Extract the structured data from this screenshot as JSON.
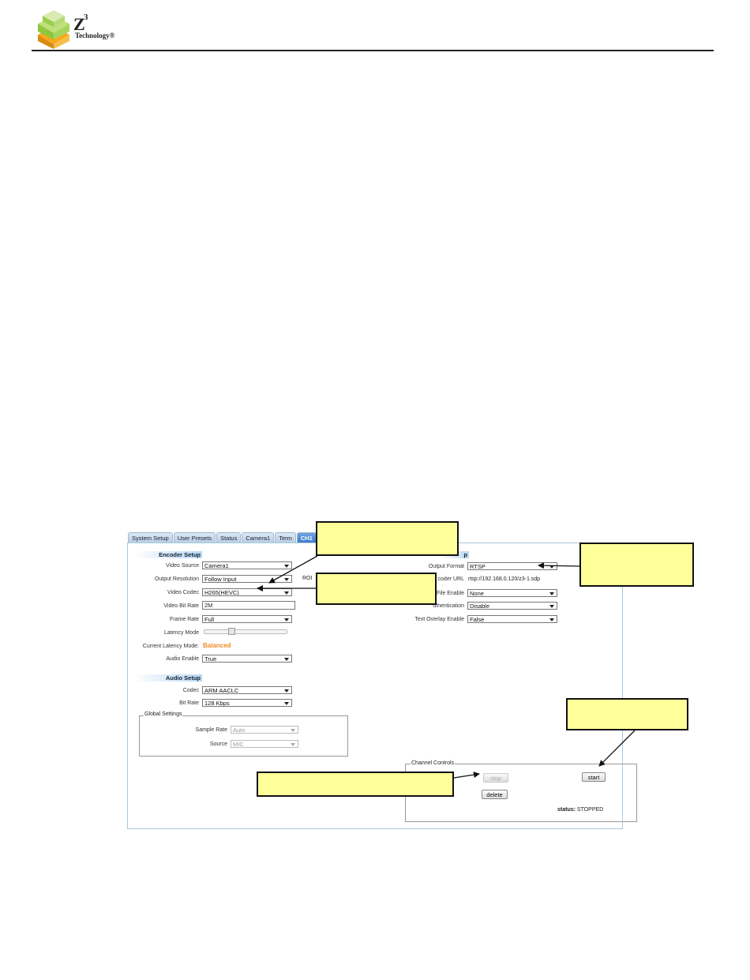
{
  "header": {
    "brand_mark": "Z",
    "brand_superscript": "3",
    "brand_name": "Technology®"
  },
  "ui": {
    "tabs": [
      {
        "label": "System Setup",
        "active": false
      },
      {
        "label": "User Presets",
        "active": false
      },
      {
        "label": "Status",
        "active": false
      },
      {
        "label": "Camera1",
        "active": false
      },
      {
        "label": "Term",
        "active": false
      },
      {
        "label": "CH1",
        "active": true
      }
    ],
    "encoder": {
      "title": "Encoder Setup",
      "video_source": {
        "label": "Video Source",
        "value": "Camera1"
      },
      "output_resolution": {
        "label": "Output Resolution",
        "value": "Follow Input"
      },
      "roi_label": "ROI",
      "video_codec": {
        "label": "Video Codec",
        "value": "H265(HEVC)"
      },
      "video_bit_rate": {
        "label": "Video Bit Rate",
        "value": "2M"
      },
      "frame_rate": {
        "label": "Frame Rate",
        "value": "Full"
      },
      "latency_mode": {
        "label": "Latency Mode"
      },
      "current_latency_mode": {
        "label": "Current Latency Mode:",
        "value": "Balanced"
      },
      "audio_enable": {
        "label": "Audio Enable",
        "value": "True"
      }
    },
    "audio": {
      "title": "Audio Setup",
      "codec": {
        "label": "Codec",
        "value": "ARM AACLC"
      },
      "bit_rate": {
        "label": "Bit Rate",
        "value": "128 Kbps"
      },
      "global_settings": {
        "legend": "Global Settings",
        "sample_rate": {
          "label": "Sample Rate",
          "value": "Auto"
        },
        "source": {
          "label": "Source",
          "value": "MIC"
        }
      }
    },
    "output": {
      "title_fragment": "p",
      "output_format": {
        "label": "Output Format",
        "value": "RTSP"
      },
      "decoder_url": {
        "label": "coder URL",
        "value": "rtsp://192.168.0.120/z3-1.sdp"
      },
      "file_enable": {
        "label": "File Enable",
        "value": "None"
      },
      "authentication": {
        "label": "uthentication",
        "value": "Disable"
      },
      "text_overlay_enable": {
        "label": "Text Overlay Enable",
        "value": "False"
      }
    },
    "channel_controls": {
      "legend": "Channel Controls",
      "stop_label": "stop",
      "start_label": "start",
      "delete_label": "delete",
      "status_label": "status:",
      "status_value": "STOPPED"
    }
  },
  "colors": {
    "callout_fill": "#ffff99",
    "active_tab": "#3b78c9",
    "latency_value": "#ef8a25",
    "logo_green": "#8ec63f",
    "logo_orange": "#f7a81b"
  }
}
